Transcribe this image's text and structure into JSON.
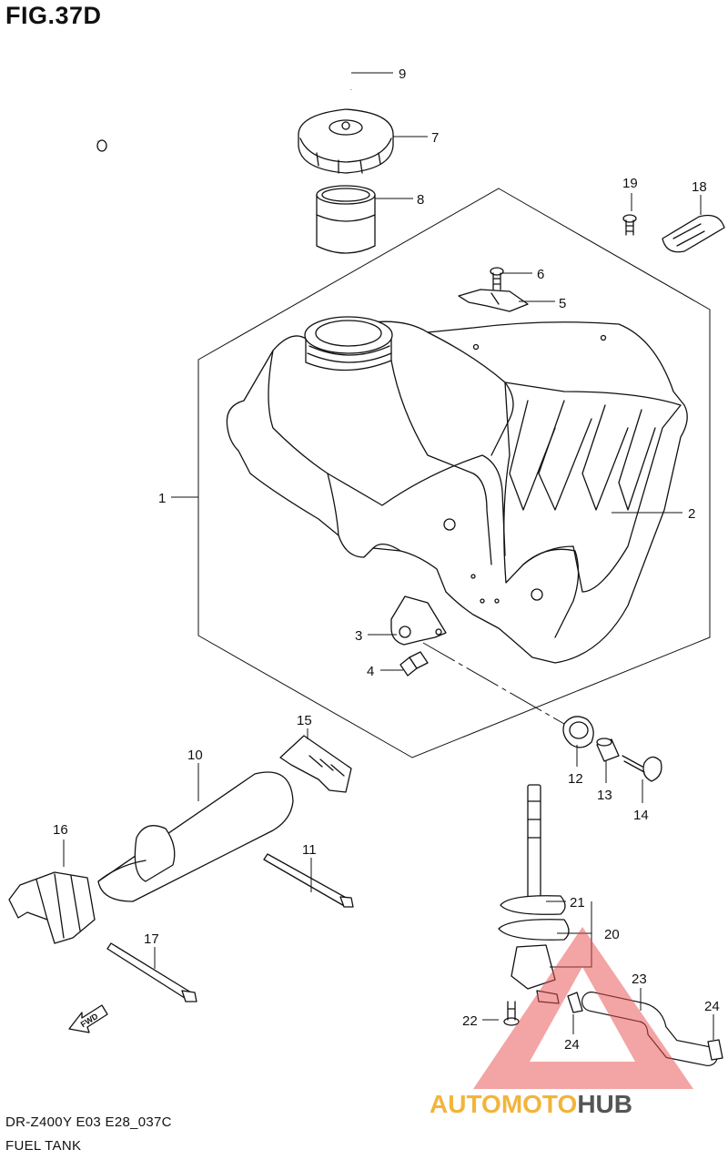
{
  "figure": {
    "title": "FIG.37D",
    "model_line": "DR-Z400Y E03 E28_037C",
    "name_line": "FUEL TANK"
  },
  "callouts": [
    {
      "id": "1",
      "label": "1"
    },
    {
      "id": "2",
      "label": "2"
    },
    {
      "id": "3",
      "label": "3"
    },
    {
      "id": "4",
      "label": "4"
    },
    {
      "id": "5",
      "label": "5"
    },
    {
      "id": "6",
      "label": "6"
    },
    {
      "id": "7",
      "label": "7"
    },
    {
      "id": "8",
      "label": "8"
    },
    {
      "id": "9",
      "label": "9"
    },
    {
      "id": "10",
      "label": "10"
    },
    {
      "id": "11",
      "label": "11"
    },
    {
      "id": "12",
      "label": "12"
    },
    {
      "id": "13",
      "label": "13"
    },
    {
      "id": "14",
      "label": "14"
    },
    {
      "id": "15",
      "label": "15"
    },
    {
      "id": "16",
      "label": "16"
    },
    {
      "id": "17",
      "label": "17"
    },
    {
      "id": "18",
      "label": "18"
    },
    {
      "id": "19",
      "label": "19"
    },
    {
      "id": "20",
      "label": "20"
    },
    {
      "id": "21",
      "label": "21"
    },
    {
      "id": "22",
      "label": "22"
    },
    {
      "id": "23",
      "label": "23"
    },
    {
      "id": "24a",
      "label": "24"
    },
    {
      "id": "24b",
      "label": "24"
    }
  ],
  "fwd_label": "FWD",
  "watermark": {
    "part1": "AUTOMOTO",
    "part2": "HUB",
    "color1": "#f2b43a",
    "color_moto": "#e8565a",
    "color2": "#555555",
    "triangle_color": "#e84c4c"
  }
}
